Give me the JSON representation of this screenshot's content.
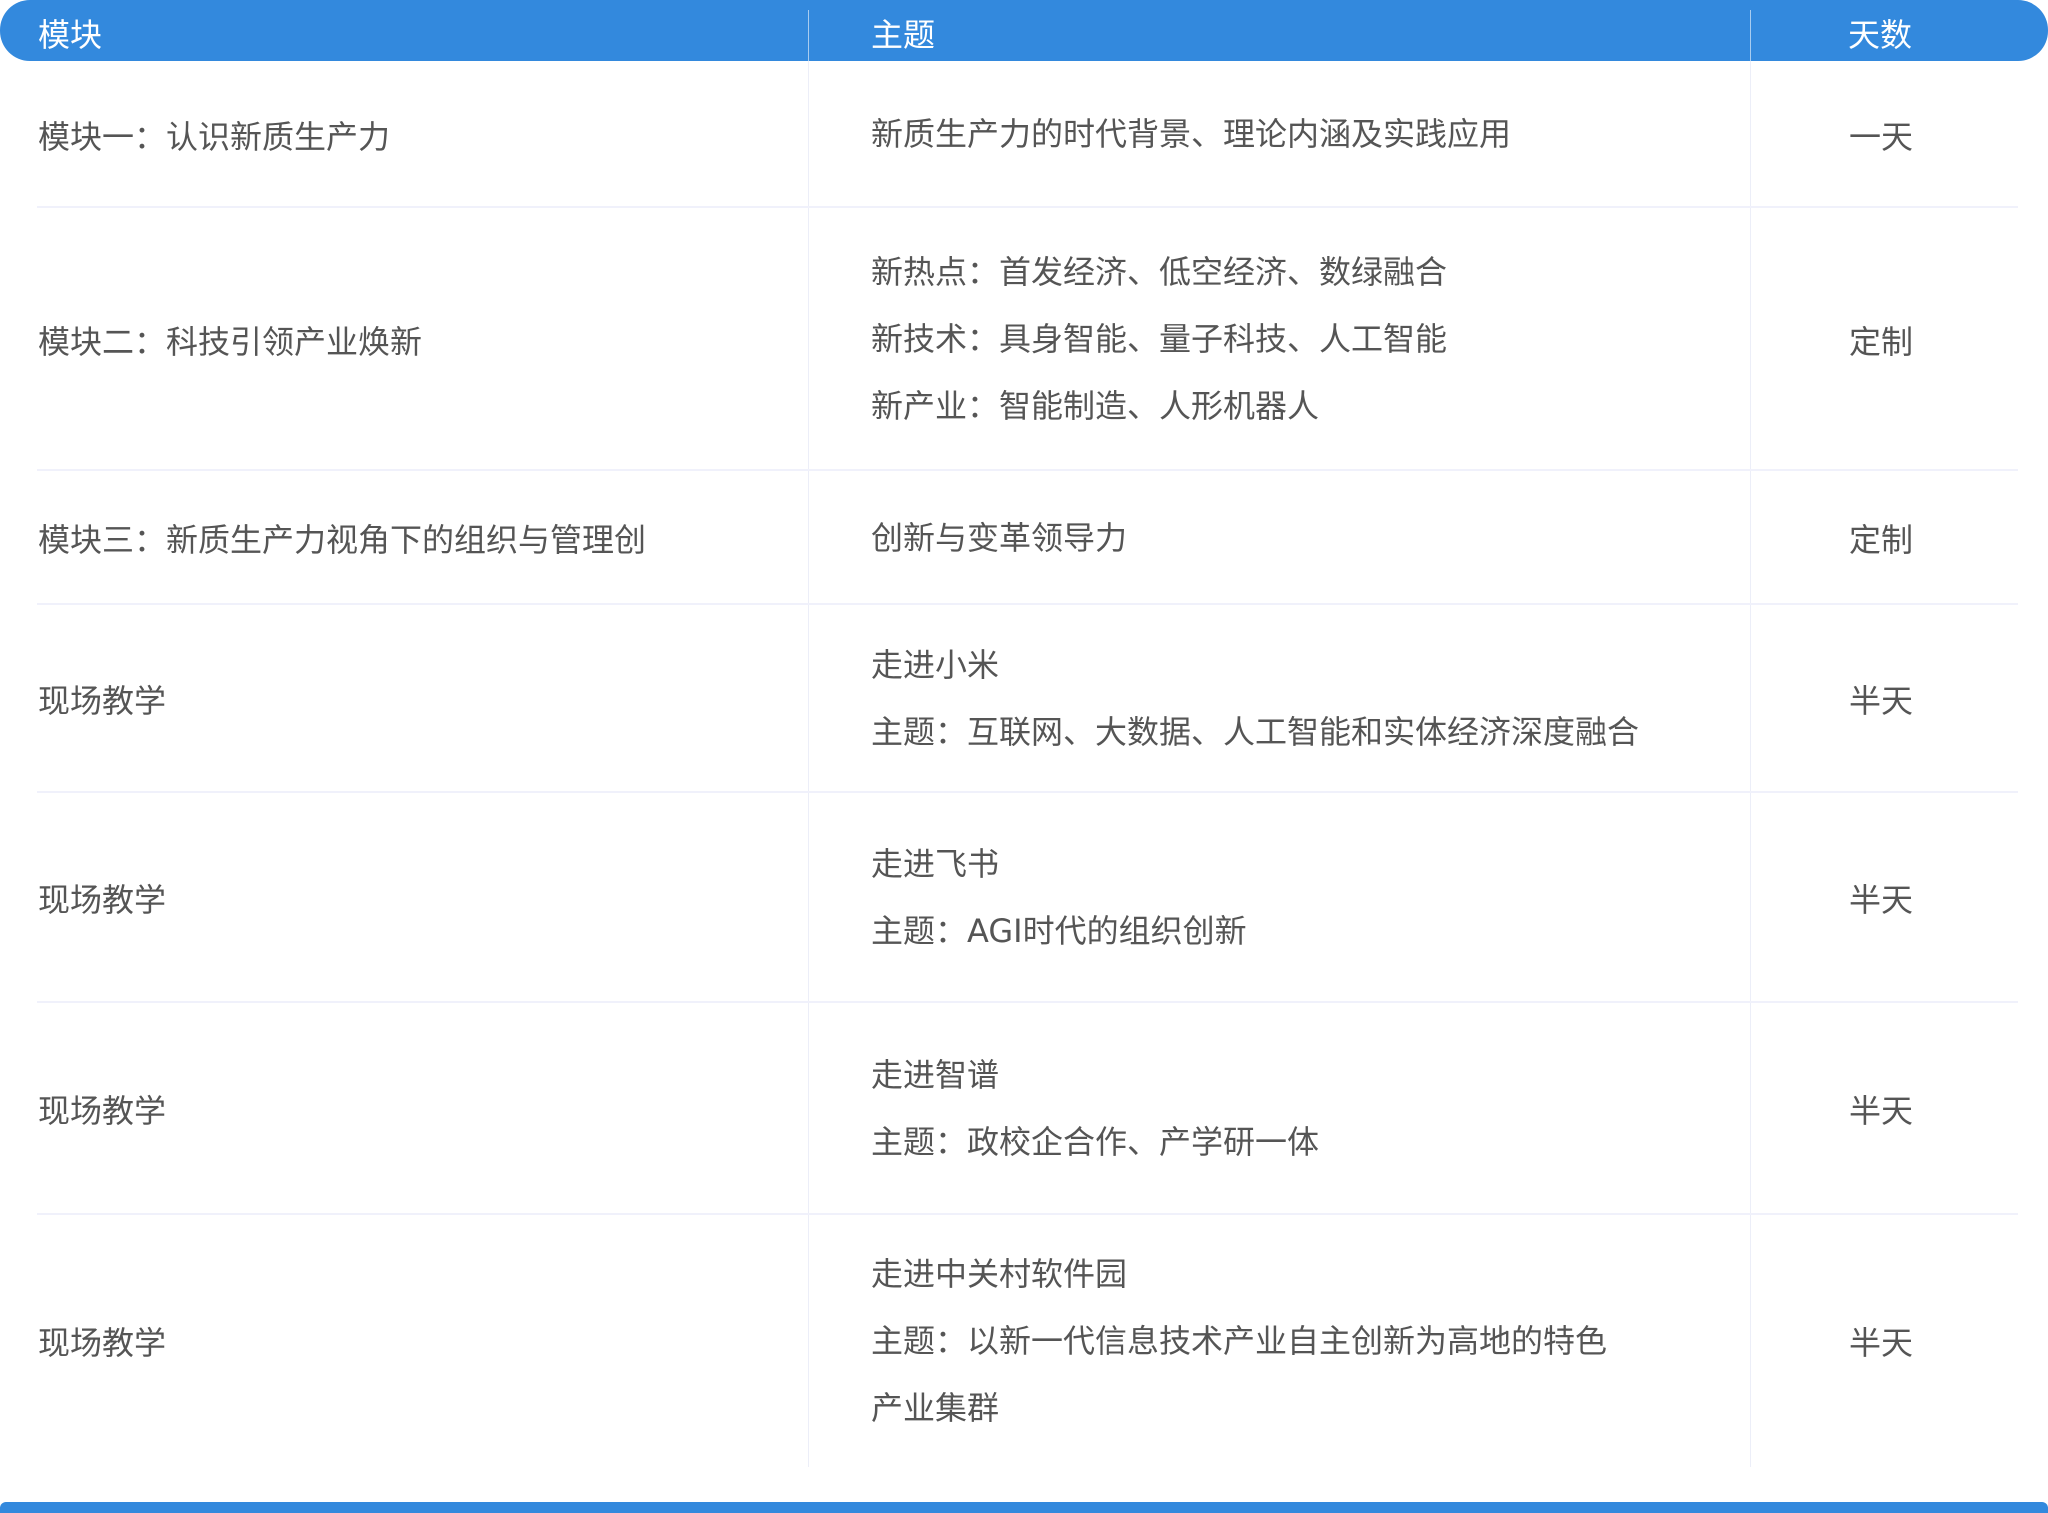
{
  "header": {
    "module": "模块",
    "topic": "主题",
    "days": "天数"
  },
  "rows": [
    {
      "module": "模块一：认识新质生产力",
      "topic": [
        "新质生产力的时代背景、理论内涵及实践应用"
      ],
      "days": "一天"
    },
    {
      "module": "模块二：科技引领产业焕新",
      "topic": [
        "新热点：首发经济、低空经济、数绿融合",
        "新技术：具身智能、量子科技、人工智能",
        "新产业：智能制造、人形机器人"
      ],
      "days": "定制"
    },
    {
      "module": "模块三：新质生产力视角下的组织与管理创",
      "topic": [
        "创新与变革领导力"
      ],
      "days": "定制"
    },
    {
      "module": "现场教学",
      "topic": [
        "走进小米",
        "主题：互联网、大数据、人工智能和实体经济深度融合"
      ],
      "days": "半天"
    },
    {
      "module": "现场教学",
      "topic": [
        "走进飞书",
        "主题：AGI时代的组织创新"
      ],
      "days": "半天"
    },
    {
      "module": "现场教学",
      "topic": [
        "走进智谱",
        "主题：政校企合作、产学研一体"
      ],
      "days": "半天"
    },
    {
      "module": "现场教学",
      "topic": [
        "走进中关村软件园",
        "主题：以新一代信息技术产业自主创新为高地的特色",
        "产业集群"
      ],
      "days": "半天"
    }
  ],
  "colors": {
    "accent": "#3389dd",
    "text": "#555555"
  }
}
